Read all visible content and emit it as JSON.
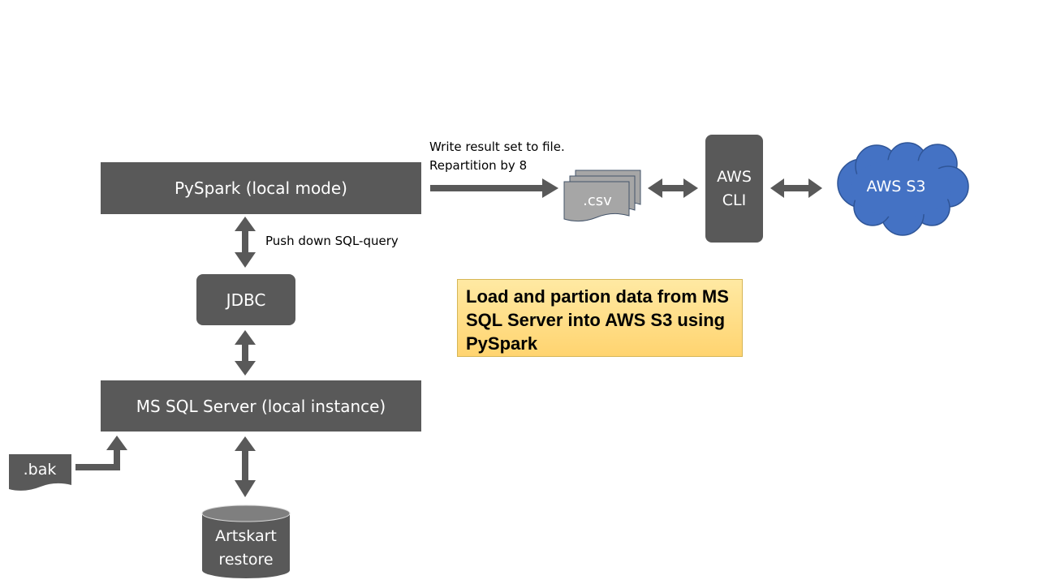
{
  "pyspark": {
    "label": "PySpark (local mode)"
  },
  "write_note": {
    "line1": "Write result set to file.",
    "line2": "Repartition by 8"
  },
  "csv": {
    "label": ".csv"
  },
  "aws_cli": {
    "line1": "AWS",
    "line2": "CLI"
  },
  "aws_s3": {
    "label": "AWS S3"
  },
  "pushdown": {
    "label": "Push down SQL-query"
  },
  "jdbc": {
    "label": "JDBC"
  },
  "mssql": {
    "label": "MS SQL Server (local instance)"
  },
  "bak": {
    "label": ".bak"
  },
  "restore": {
    "line1": "Artskart",
    "line2": "restore"
  },
  "note": {
    "text": "Load and partion data from MS SQL Server into AWS S3 using PySpark"
  },
  "colors": {
    "box": "#595959",
    "cloud": "#4472c4",
    "doc": "#a6a6a6",
    "note": "#ffd966"
  }
}
